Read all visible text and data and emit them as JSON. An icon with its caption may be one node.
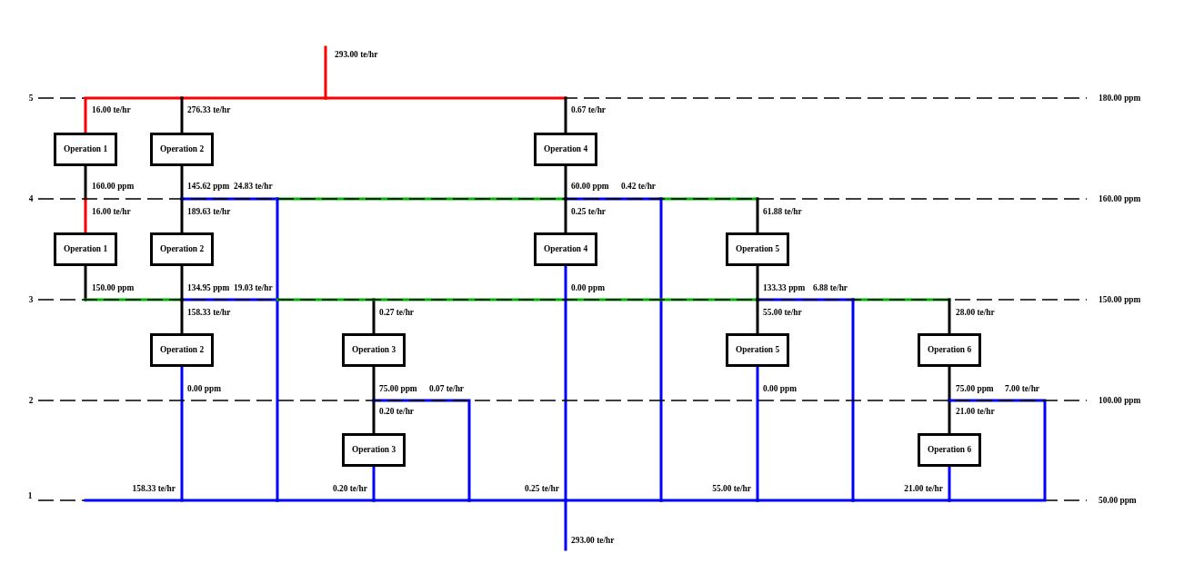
{
  "diagram": {
    "nodes": [
      {
        "text": [
          "293.00 te/hr"
        ]
      },
      {
        "text": [
          "Operation 1"
        ]
      },
      {
        "text": [
          "Operation 2"
        ]
      },
      {
        "text": [
          "Operation 4"
        ]
      },
      {
        "text": [
          "Operation 1"
        ]
      },
      {
        "text": [
          "Operation 2"
        ]
      },
      {
        "text": [
          "Operation 4"
        ]
      },
      {
        "text": [
          "Operation 5"
        ]
      },
      {
        "text": [
          "Operation 2"
        ]
      },
      {
        "text": [
          "Operation 3"
        ]
      },
      {
        "text": [
          "Operation 5"
        ]
      },
      {
        "text": [
          "Operation 6"
        ]
      },
      {
        "text": [
          "Operation 3"
        ]
      },
      {
        "text": [
          "Operation 6"
        ]
      },
      {
        "text": [
          "293.00 te/hr"
        ]
      }
    ],
    "edges": [
      {
        "from": 0,
        "to": 1,
        "arrow": "none",
        "label": "16.00 te/hr",
        "color": "#ff0000"
      },
      {
        "from": 0,
        "to": 2,
        "arrow": "none",
        "label": "276.33 te/hr",
        "color": "#ff0000"
      },
      {
        "from": 0,
        "to": 3,
        "arrow": "none",
        "label": "0.67 te/hr",
        "color": "#ff0000"
      },
      {
        "from": 1,
        "to": 4,
        "arrow": "none",
        "label": "16.00 te/hr",
        "color": "#ff0000"
      },
      {
        "from": 2,
        "to": 5,
        "arrow": "none",
        "label": "189.63 te/hr",
        "color": "#000000"
      },
      {
        "from": 2,
        "to": 7,
        "arrow": "none",
        "label": "61.88 te/hr",
        "color": "#00b400"
      },
      {
        "from": 2,
        "to": 14,
        "arrow": "none",
        "label": "24.83 te/hr",
        "color": "#0000ff"
      },
      {
        "from": 3,
        "to": 6,
        "arrow": "none",
        "label": "0.25 te/hr",
        "color": "#000000"
      },
      {
        "from": 3,
        "to": 14,
        "arrow": "none",
        "label": "0.42 te/hr",
        "color": "#0000ff"
      },
      {
        "from": 4,
        "to": 9,
        "arrow": "none",
        "label": "0.27 te/hr",
        "color": "#00b400"
      },
      {
        "from": 4,
        "to": 11,
        "arrow": "none",
        "label": "28.00 te/hr",
        "color": "#00b400"
      },
      {
        "from": 5,
        "to": 8,
        "arrow": "none",
        "label": "158.33 te/hr",
        "color": "#000000"
      },
      {
        "from": 5,
        "to": 9,
        "arrow": "none",
        "color": "#00b400"
      },
      {
        "from": 5,
        "to": 11,
        "arrow": "none",
        "color": "#00b400"
      },
      {
        "from": 5,
        "to": 14,
        "arrow": "none",
        "label": "19.03 te/hr",
        "color": "#0000ff"
      },
      {
        "from": 7,
        "to": 10,
        "arrow": "none",
        "label": "55.00 te/hr",
        "color": "#000000"
      },
      {
        "from": 7,
        "to": 14,
        "arrow": "none",
        "label": "6.88 te/hr",
        "color": "#0000ff"
      },
      {
        "from": 6,
        "to": 14,
        "arrow": "none",
        "label": "0.25 te/hr",
        "color": "#0000ff"
      },
      {
        "from": 8,
        "to": 14,
        "arrow": "none",
        "label": "158.33 te/hr",
        "color": "#0000ff"
      },
      {
        "from": 9,
        "to": 12,
        "arrow": "none",
        "label": "0.20 te/hr",
        "color": "#000000"
      },
      {
        "from": 9,
        "to": 14,
        "arrow": "none",
        "label": "0.07 te/hr",
        "color": "#0000ff"
      },
      {
        "from": 10,
        "to": 14,
        "arrow": "none",
        "label": "55.00 te/hr",
        "color": "#0000ff"
      },
      {
        "from": 11,
        "to": 13,
        "arrow": "none",
        "label": "21.00 te/hr",
        "color": "#000000"
      },
      {
        "from": 11,
        "to": 14,
        "arrow": "none",
        "label": "7.00 te/hr",
        "color": "#0000ff"
      },
      {
        "from": 12,
        "to": 14,
        "arrow": "none",
        "label": "0.20 te/hr",
        "color": "#0000ff"
      },
      {
        "from": 13,
        "to": 14,
        "arrow": "none",
        "label": "21.00 te/hr",
        "color": "#0000ff"
      }
    ],
    "labels": [
      "5",
      "180.00 ppm",
      "160.00 ppm",
      "145.62 ppm",
      "60.00 ppm",
      "4",
      "160.00 ppm",
      "150.00 ppm",
      "134.95 ppm",
      "0.00 ppm",
      "133.33 ppm",
      "3",
      "150.00 ppm",
      "0.00 ppm",
      "75.00 ppm",
      "0.00 ppm",
      "75.00 ppm",
      "2",
      "100.00 ppm",
      "1",
      "50.00 ppm"
    ]
  }
}
